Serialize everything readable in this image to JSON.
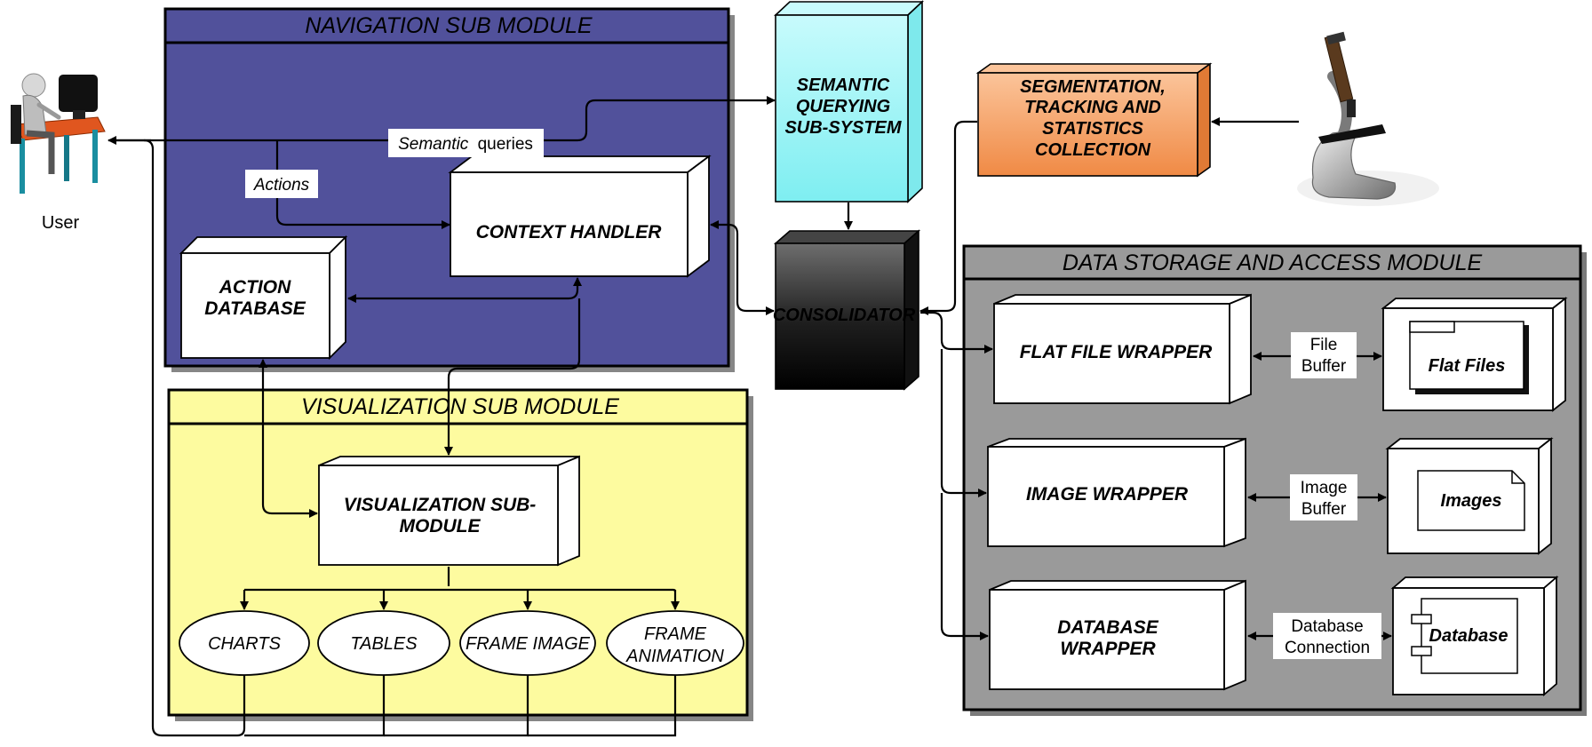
{
  "user": {
    "label": "User"
  },
  "navigation": {
    "title": "NAVIGATION SUB MODULE",
    "context_handler": "CONTEXT HANDLER",
    "action_database": [
      "ACTION",
      "DATABASE"
    ],
    "labels": {
      "semantic_queries_italic": "Semantic",
      "semantic_queries_rest": "queries",
      "actions": "Actions"
    }
  },
  "visualization": {
    "title": "VISUALIZATION SUB MODULE",
    "submodule": [
      "VISUALIZATION SUB-",
      "MODULE"
    ],
    "outputs": {
      "charts": "CHARTS",
      "tables": "TABLES",
      "frame_image": "FRAME IMAGE",
      "frame_animation": [
        "FRAME",
        "ANIMATION"
      ]
    }
  },
  "semantic_querying": [
    "SEMANTIC",
    "QUERYING",
    "SUB-SYSTEM"
  ],
  "consolidator": "CONSOLIDATOR",
  "segmentation": [
    "SEGMENTATION,",
    "TRACKING AND",
    "STATISTICS",
    "COLLECTION"
  ],
  "data_storage": {
    "title": "DATA STORAGE AND ACCESS MODULE",
    "flat_file_wrapper": "FLAT FILE WRAPPER",
    "file_buffer": [
      "File",
      "Buffer"
    ],
    "flat_files": "Flat Files",
    "image_wrapper": "IMAGE WRAPPER",
    "image_buffer": [
      "Image",
      "Buffer"
    ],
    "images": "Images",
    "database_wrapper": [
      "DATABASE",
      "WRAPPER"
    ],
    "database_connection": [
      "Database",
      "Connection"
    ],
    "database": "Database"
  },
  "colors": {
    "navigation_bg": "#51519b",
    "visualization_bg": "#fdfb9f",
    "data_storage_bg": "#9a9a9a",
    "semantic_bg": "#9ff5f7",
    "segmentation_bg": "#f6a46a",
    "consolidator_bg": "#222222"
  }
}
